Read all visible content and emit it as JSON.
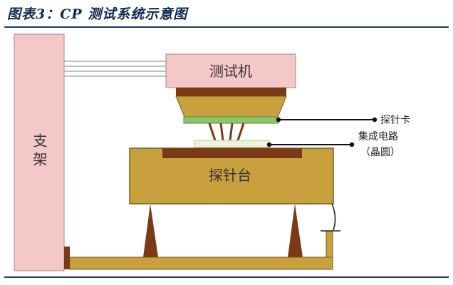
{
  "title": "图表3：CP 测试系统示意图",
  "components": {
    "stand": "支架",
    "tester": "测试机",
    "probe_card": "探针卡",
    "wafer": "集成电路",
    "wafer_note": "（晶圆）",
    "prober": "探针台"
  },
  "colors": {
    "pink": "#f4c7c8",
    "brown": "#7a3a18",
    "green": "#8cc56a",
    "gold": "#c9a03e",
    "wafer": "#eef3dc"
  }
}
